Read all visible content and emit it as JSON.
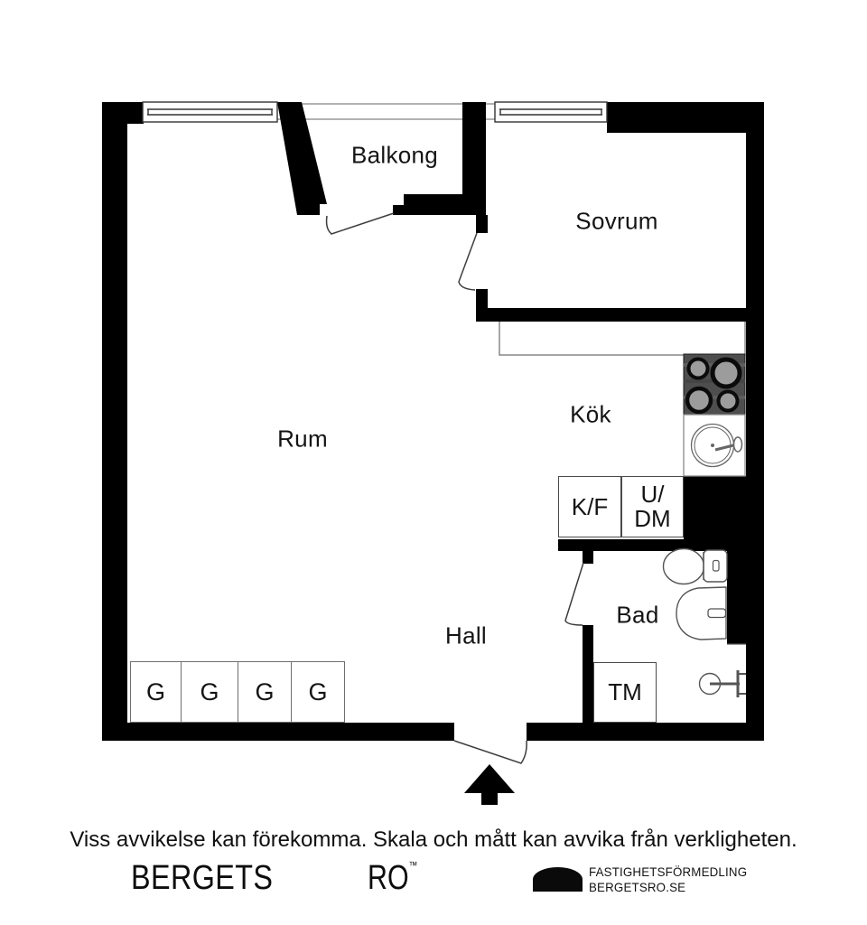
{
  "plan": {
    "rooms": {
      "balcony": "Balkong",
      "bedroom": "Sovrum",
      "living_room": "Rum",
      "kitchen": "Kök",
      "hall": "Hall",
      "bathroom": "Bad"
    },
    "units": {
      "fridge_freezer": "K/F",
      "dishwasher_line1": "U/",
      "dishwasher_line2": "DM",
      "washing_machine": "TM",
      "wardrobes": [
        "G",
        "G",
        "G",
        "G"
      ]
    },
    "colors": {
      "wall": "#000000",
      "fixture_line": "#555555",
      "stove_panel": "#4e4e4e",
      "burner_fill": "#9c9c9c",
      "burner_ring": "#0b0b0b"
    }
  },
  "footer": {
    "disclaimer": "Viss avvikelse kan förekomma. Skala och mått kan avvika från verkligheten.",
    "brand_left": "BERGETS",
    "brand_right": "RO",
    "trademark": "™",
    "agency_line1": "FASTIGHETSFÖRMEDLING",
    "agency_line2": "BERGETSRO.SE"
  }
}
